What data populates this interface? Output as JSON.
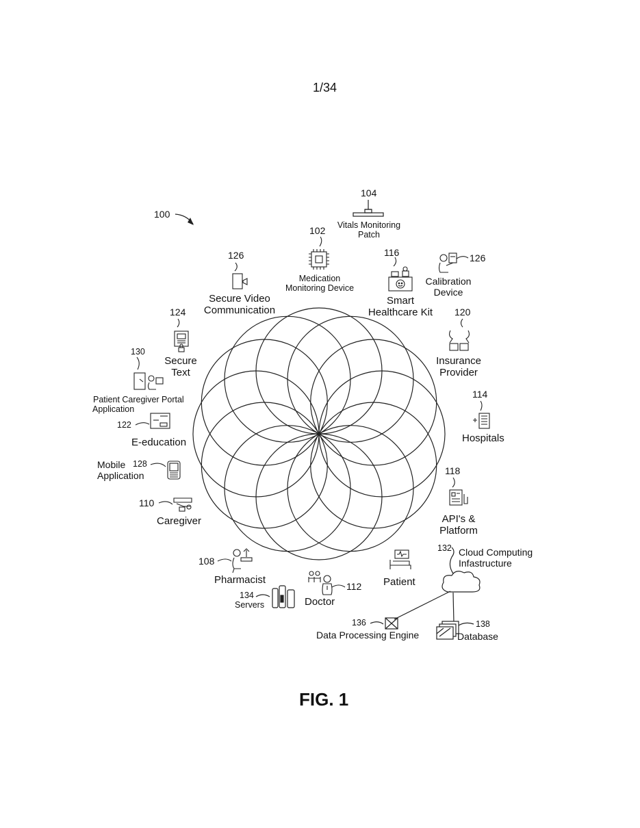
{
  "page_number": "1/34",
  "figure_label": "FIG. 1",
  "system_ref": "100",
  "nodes": {
    "vitals_patch": {
      "ref": "104",
      "label_1": "Vitals Monitoring",
      "label_2": "Patch"
    },
    "medication": {
      "ref": "102",
      "label_1": "Medication",
      "label_2": "Monitoring Device"
    },
    "smart_kit": {
      "ref": "116",
      "label_1": "Smart",
      "label_2": "Healthcare Kit"
    },
    "calibration": {
      "ref": "126",
      "label_1": "Calibration",
      "label_2": "Device"
    },
    "secure_video": {
      "ref": "126",
      "label_1": "Secure Video",
      "label_2": "Communication"
    },
    "secure_text": {
      "ref": "124",
      "label_1": "Secure",
      "label_2": "Text"
    },
    "insurance": {
      "ref": "120",
      "label_1": "Insurance",
      "label_2": "Provider"
    },
    "portal": {
      "ref": "130",
      "label_1": "Patient Caregiver Portal",
      "label_2": "Application"
    },
    "hospitals": {
      "ref": "114",
      "label_1": "Hospitals"
    },
    "e_education": {
      "ref": "122",
      "label_1": "E-education"
    },
    "mobile": {
      "ref": "128",
      "label_1": "Mobile",
      "label_2": "Application"
    },
    "api": {
      "ref": "118",
      "label_1": "API's &",
      "label_2": "Platform"
    },
    "caregiver": {
      "ref": "110",
      "label_1": "Caregiver"
    },
    "cloud": {
      "ref": "132",
      "label_1": "Cloud Computing",
      "label_2": "Infastructure"
    },
    "pharmacist": {
      "ref": "108",
      "label_1": "Pharmacist"
    },
    "patient": {
      "label_1": "Patient"
    },
    "doctor": {
      "ref": "112",
      "label_1": "Doctor"
    },
    "servers": {
      "ref": "134",
      "label_1": "Servers"
    },
    "data_engine": {
      "ref": "136",
      "label_1": "Data Processing Engine"
    },
    "database": {
      "ref": "138",
      "label_1": "Database"
    }
  }
}
